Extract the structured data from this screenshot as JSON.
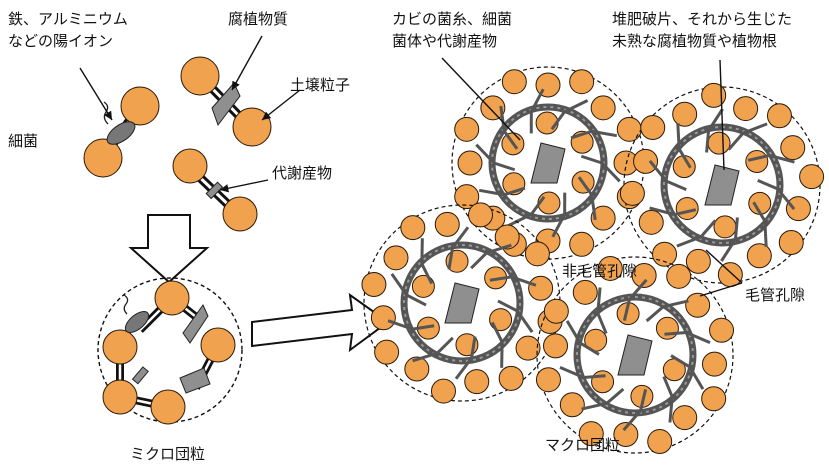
{
  "labels": {
    "ions": "鉄、アルミニウム",
    "ions2": "などの陽イオン",
    "humus": "腐植物質",
    "soil_particle": "土壌粒子",
    "bacteria": "細菌",
    "metabolite": "代謝産物",
    "micro_aggregate": "ミクロ団粒",
    "fungi": "カビの菌糸、細菌",
    "fungi2": "菌体や代謝産物",
    "debris": "堆肥破片、それから生じた",
    "debris2": "未熟な腐植物質や植物根",
    "non_capillary": "非毛管孔隙",
    "capillary": "毛管孔隙",
    "macro_aggregate": "マクロ団粒"
  },
  "colors": {
    "particle": "#F0A24E",
    "particle_stroke": "#2a1a0a",
    "humus": "#8f8f8f",
    "bacteria": "#777777",
    "hypha": "#555555",
    "line": "#111111"
  }
}
